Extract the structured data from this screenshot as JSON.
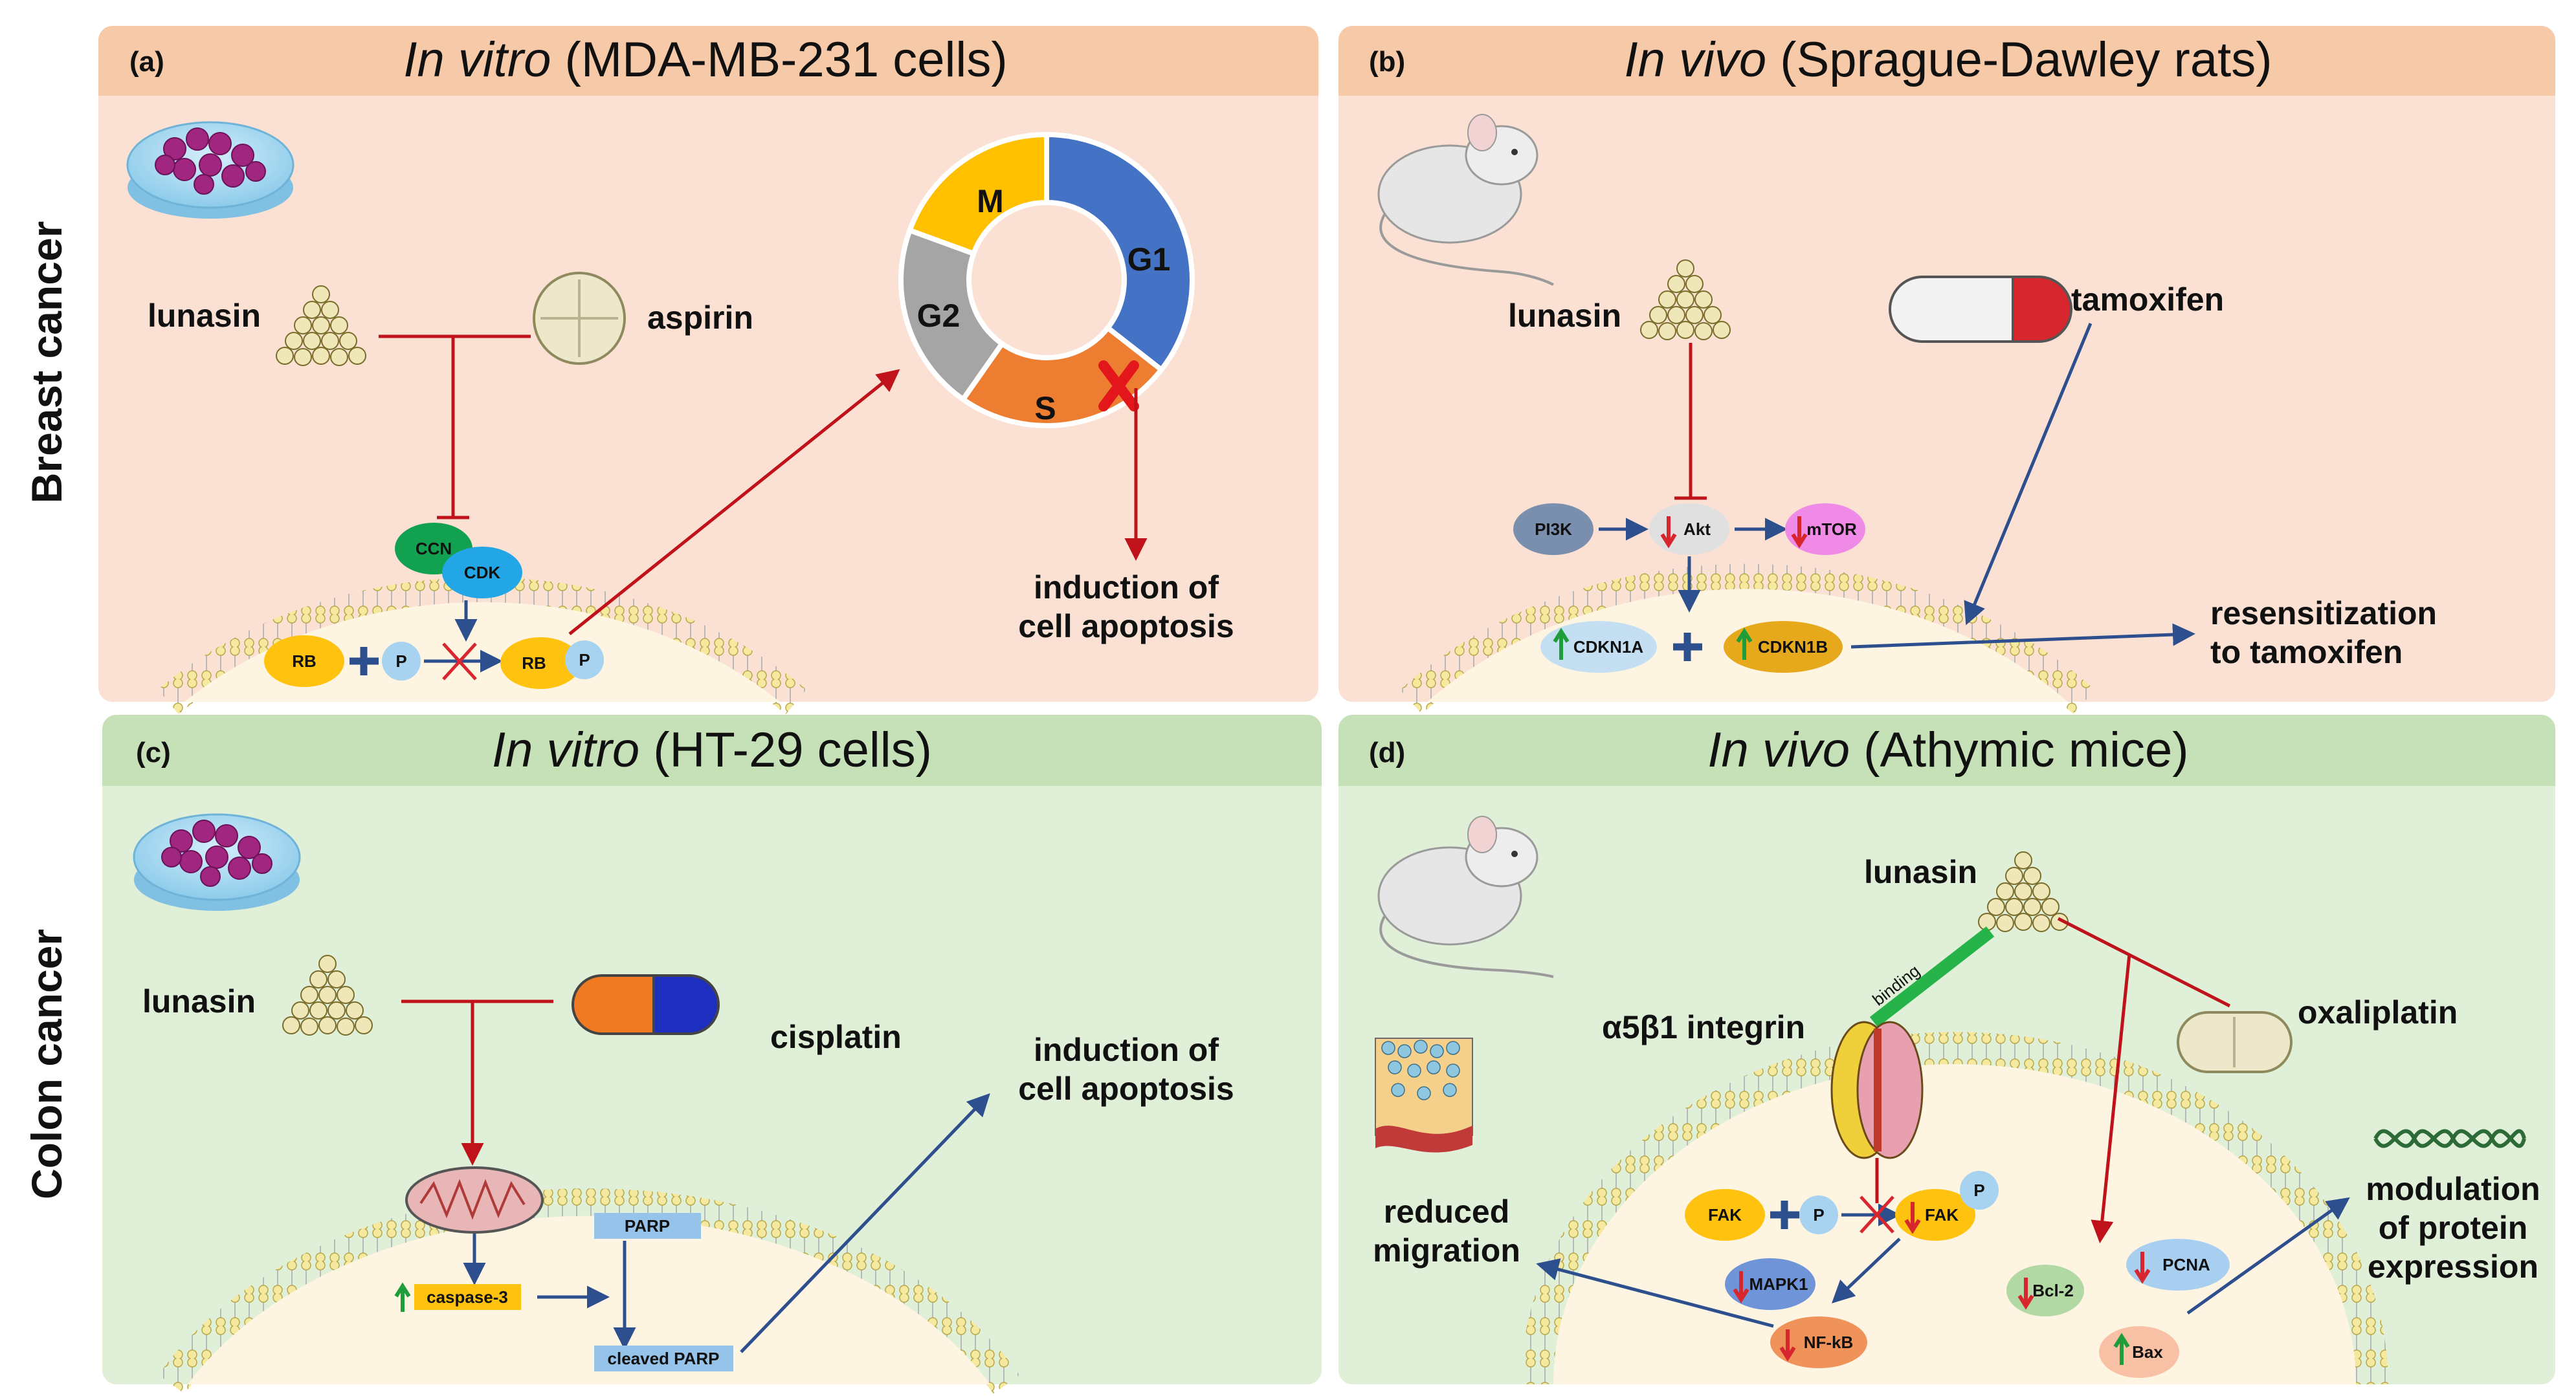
{
  "side_labels": {
    "breast": "Breast cancer",
    "colon": "Colon cancer"
  },
  "panels": {
    "a": {
      "tag": "(a)",
      "title_italic": "In vitro",
      "title_rest": " (MDA-MB-231 cells)"
    },
    "b": {
      "tag": "(b)",
      "title_italic": "In vivo",
      "title_rest": " (Sprague-Dawley rats)"
    },
    "c": {
      "tag": "(c)",
      "title_italic": "In vitro",
      "title_rest": " (HT-29 cells)"
    },
    "d": {
      "tag": "(d)",
      "title_italic": "In vivo",
      "title_rest": " (Athymic mice)"
    }
  },
  "panel_a": {
    "lunasin": "lunasin",
    "aspirin": "aspirin",
    "ccn": "CCN",
    "cdk": "CDK",
    "rb": "RB",
    "p": "P",
    "rb2": "RB",
    "p2": "P",
    "cycle": {
      "g1": "G1",
      "s": "S",
      "g2": "G2",
      "m": "M"
    },
    "outcome_1": "induction of",
    "outcome_2": "cell apoptosis"
  },
  "panel_b": {
    "lunasin": "lunasin",
    "tamoxifen": "tamoxifen",
    "pi3k": "PI3K",
    "akt": "Akt",
    "mtor": "mTOR",
    "cdkn1a": "CDKN1A",
    "cdkn1b": "CDKN1B",
    "outcome_1": "resensitization",
    "outcome_2": "to tamoxifen"
  },
  "panel_c": {
    "lunasin": "lunasin",
    "cisplatin": "cisplatin",
    "parp": "PARP",
    "caspase": "caspase-3",
    "cleaved": "cleaved PARP",
    "outcome_1": "induction of",
    "outcome_2": "cell apoptosis"
  },
  "panel_d": {
    "lunasin": "lunasin",
    "binding": "binding",
    "integrin": "α5β1 integrin",
    "oxaliplatin": "oxaliplatin",
    "fak": "FAK",
    "p": "P",
    "fak2": "FAK",
    "p2": "P",
    "mapk1": "MAPK1",
    "nfkb": "NF-kB",
    "bcl2": "Bcl-2",
    "pcna": "PCNA",
    "bax": "Bax",
    "reduced_1": "reduced",
    "reduced_2": "migration",
    "modulation_1": "modulation",
    "modulation_2": "of protein",
    "modulation_3": "expression"
  },
  "colors": {
    "breast_header": "#f6c9a8",
    "breast_body": "#fbe1d3",
    "colon_header": "#c6e0b8",
    "colon_body": "#e0efd7",
    "inhibit_red": "#c0121a",
    "arrow_blue": "#2d4f8e",
    "binding_green": "#26b34a",
    "g1": "#4472c4",
    "s": "#ed7d31",
    "g2": "#a5a5a5",
    "m": "#ffc000"
  }
}
